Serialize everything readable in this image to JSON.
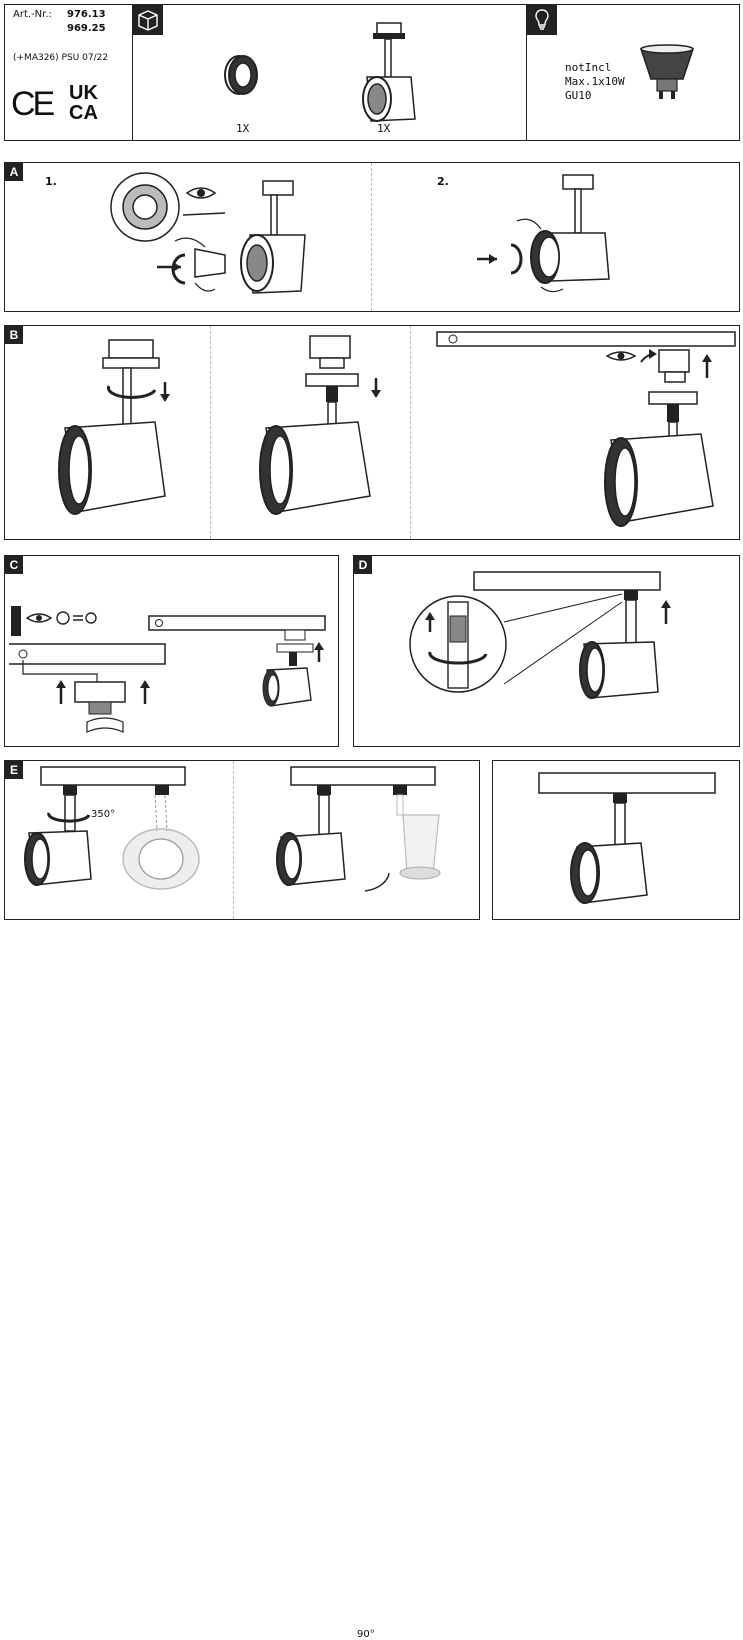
{
  "header": {
    "art_nr_label": "Art.-Nr.:",
    "art_nr_1": "976.13",
    "art_nr_2": "969.25",
    "psu_note": "(+MA326) PSU 07/22",
    "ce_mark": "CE",
    "ukca_top": "UK",
    "ukca_bottom": "CA",
    "qty_ring": "1X",
    "qty_spot": "1X",
    "bulb_line1": "notIncl",
    "bulb_line2": "Max.1x10W",
    "bulb_line3": "GU10",
    "box_icon": "package-icon",
    "bulb_icon": "lightbulb-icon"
  },
  "sections": {
    "a": "A",
    "b": "B",
    "c": "C",
    "d": "D",
    "e": "E"
  },
  "steps": {
    "a1": "1.",
    "a2": "2."
  },
  "angles": {
    "rotate": "350°",
    "tilt": "90°"
  }
}
